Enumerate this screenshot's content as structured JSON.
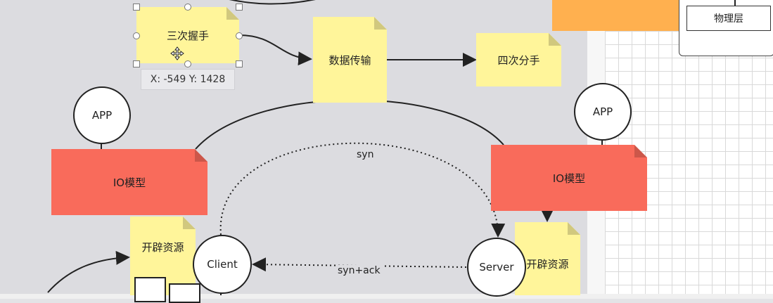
{
  "nodes": {
    "three_way_handshake": "三次握手",
    "data_transfer": "数据传输",
    "four_way_handshake": "四次分手",
    "app_left": "APP",
    "app_right": "APP",
    "io_model_left": "IO模型",
    "io_model_right": "IO模型",
    "alloc_left": "开辟资源",
    "alloc_right": "开辟资源",
    "client": "Client",
    "server": "Server",
    "physical_layer": "物理层"
  },
  "edges": {
    "syn": "syn",
    "syn_ack": "syn+ack"
  },
  "coordinates": "X: -549  Y: 1428",
  "colors": {
    "note_yellow": "#fff59a",
    "io_red": "#f96b5b",
    "orange": "#ffb04f",
    "canvas": "#dcdce0"
  }
}
